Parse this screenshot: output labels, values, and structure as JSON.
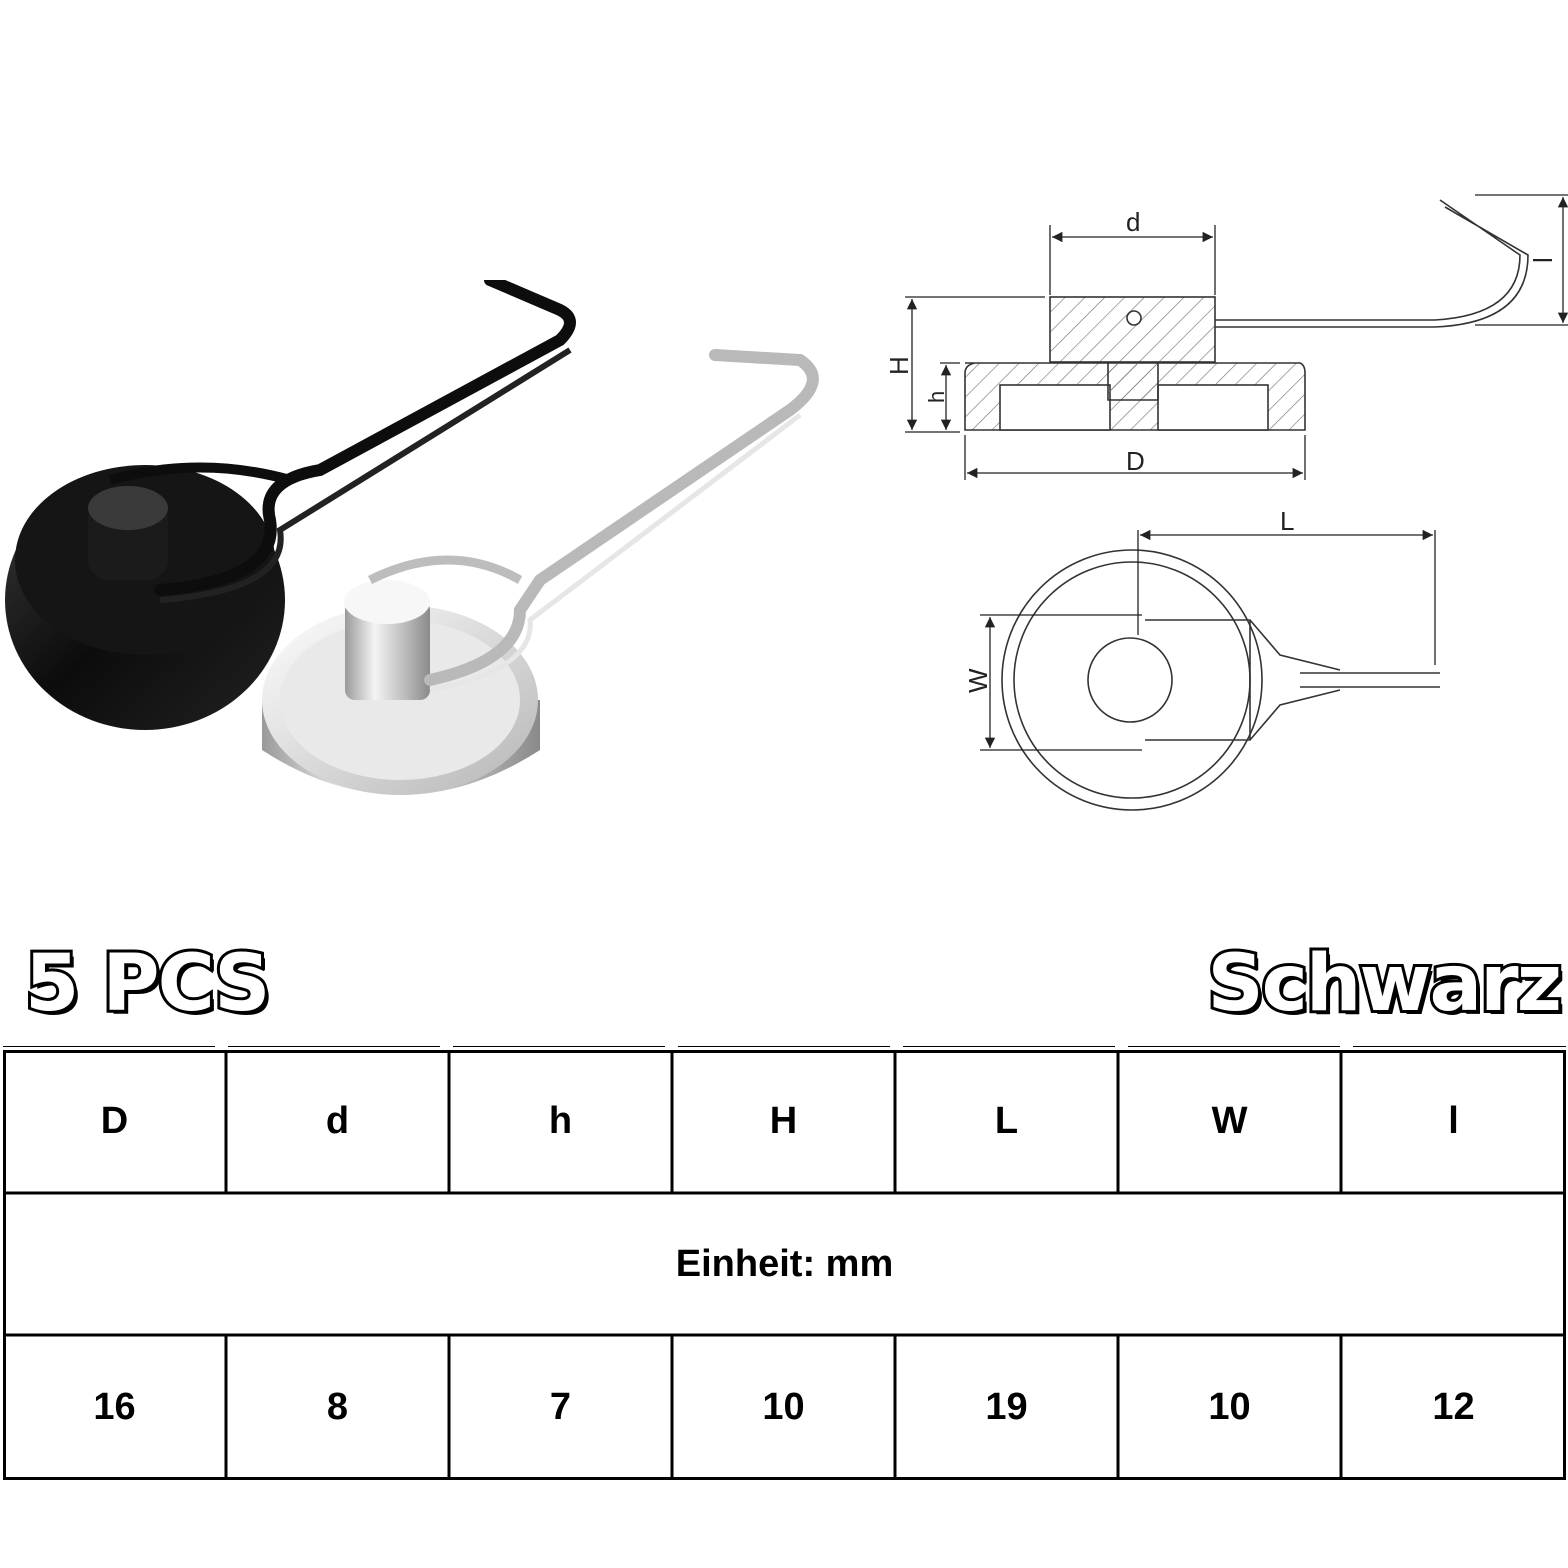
{
  "banner": {
    "quantity": "5 PCS",
    "color": "Schwarz"
  },
  "drawing": {
    "dim_d": "d",
    "dim_D": "D",
    "dim_H": "H",
    "dim_h": "h",
    "dim_L": "L",
    "dim_W": "W",
    "dim_l": "l"
  },
  "table": {
    "headers": [
      "D",
      "d",
      "h",
      "H",
      "L",
      "W",
      "l"
    ],
    "unit": "Einheit: mm",
    "values": [
      "16",
      "8",
      "7",
      "10",
      "19",
      "10",
      "12"
    ]
  },
  "colors": {
    "black_finish": "#111111",
    "nickel_finish": "#d9d9d9"
  }
}
